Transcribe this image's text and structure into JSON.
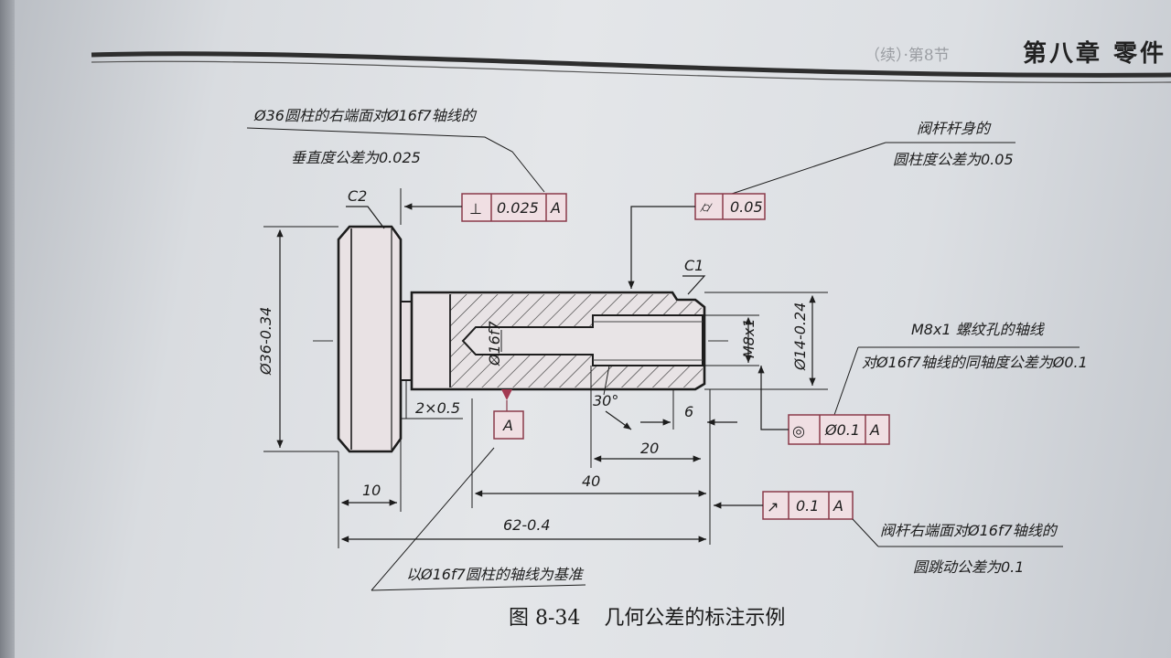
{
  "header": {
    "chapter": "第八章  零件",
    "faint": "（续）·第8节"
  },
  "callouts": {
    "perp_line1": "Ø36圆柱的右端面对Ø16f7轴线的",
    "perp_line2": "垂直度公差为0.025",
    "cyl_line1": "阀杆杆身的",
    "cyl_line2": "圆柱度公差为0.05",
    "coax_line1": "M8x1 螺纹孔的轴线",
    "coax_line2": "对Ø16f7轴线的同轴度公差为Ø0.1",
    "runout_line1": "阀杆右端面对Ø16f7轴线的",
    "runout_line2": "圆跳动公差为0.1",
    "datum_note": "以Ø16f7圆柱的轴线为基准"
  },
  "frames": {
    "perpendicularity": {
      "symbol": "⊥",
      "value": "0.025",
      "datum": "A"
    },
    "cylindricity": {
      "symbol": "⌭",
      "value": "0.05"
    },
    "coaxiality": {
      "symbol": "◎",
      "value": "Ø0.1",
      "datum": "A"
    },
    "runout": {
      "symbol": "↗",
      "value": "0.1",
      "datum": "A"
    },
    "datum_box": "A"
  },
  "dimensions": {
    "c2": "C2",
    "c1": "C1",
    "d36": "Ø36-0.34",
    "d16": "Ø16f7",
    "m8": "M8x1",
    "d14": "Ø14-0.24",
    "groove": "2×0.5",
    "angle": "30°",
    "len6": "6",
    "len10": "10",
    "len20": "20",
    "len40": "40",
    "len62": "62-0.4"
  },
  "caption": {
    "number": "图 8-34",
    "title": "几何公差的标注示例"
  },
  "colors": {
    "ink": "#1d1d1d",
    "frame_fill": "#f0dfe3",
    "frame_stroke": "#8a3a4a"
  }
}
